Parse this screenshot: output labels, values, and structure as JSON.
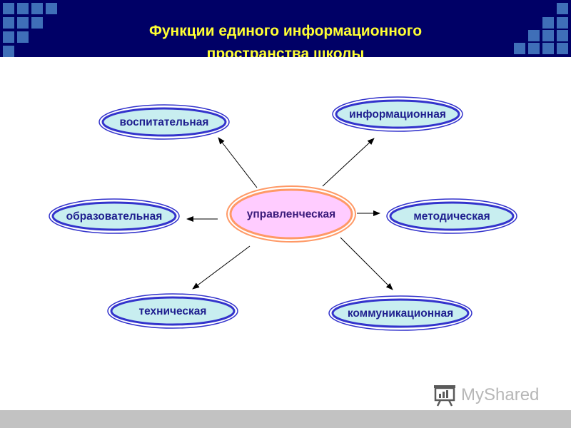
{
  "slide": {
    "title_line1": "Функции единого информационного",
    "title_line2": "пространства школы"
  },
  "diagram": {
    "center": {
      "label": "управленческая",
      "fill": "#ffccff",
      "border": "#ff9966"
    },
    "nodes": [
      {
        "id": "vospitatelnaya",
        "label": "воспитательная"
      },
      {
        "id": "informatsionnaya",
        "label": "информационная"
      },
      {
        "id": "obrazovatelnaya",
        "label": "образовательная"
      },
      {
        "id": "metodicheskaya",
        "label": "методическая"
      },
      {
        "id": "tekhnicheskaya",
        "label": "техническая"
      },
      {
        "id": "kommunikatsionnaya",
        "label": "коммуникационная"
      }
    ],
    "colors": {
      "node_fill": "#c8eef0",
      "node_border": "#3333cc",
      "header": "#000066",
      "title": "#ffff33"
    }
  },
  "watermark": {
    "text": "MyShared",
    "icon": "presentation-board-icon"
  }
}
